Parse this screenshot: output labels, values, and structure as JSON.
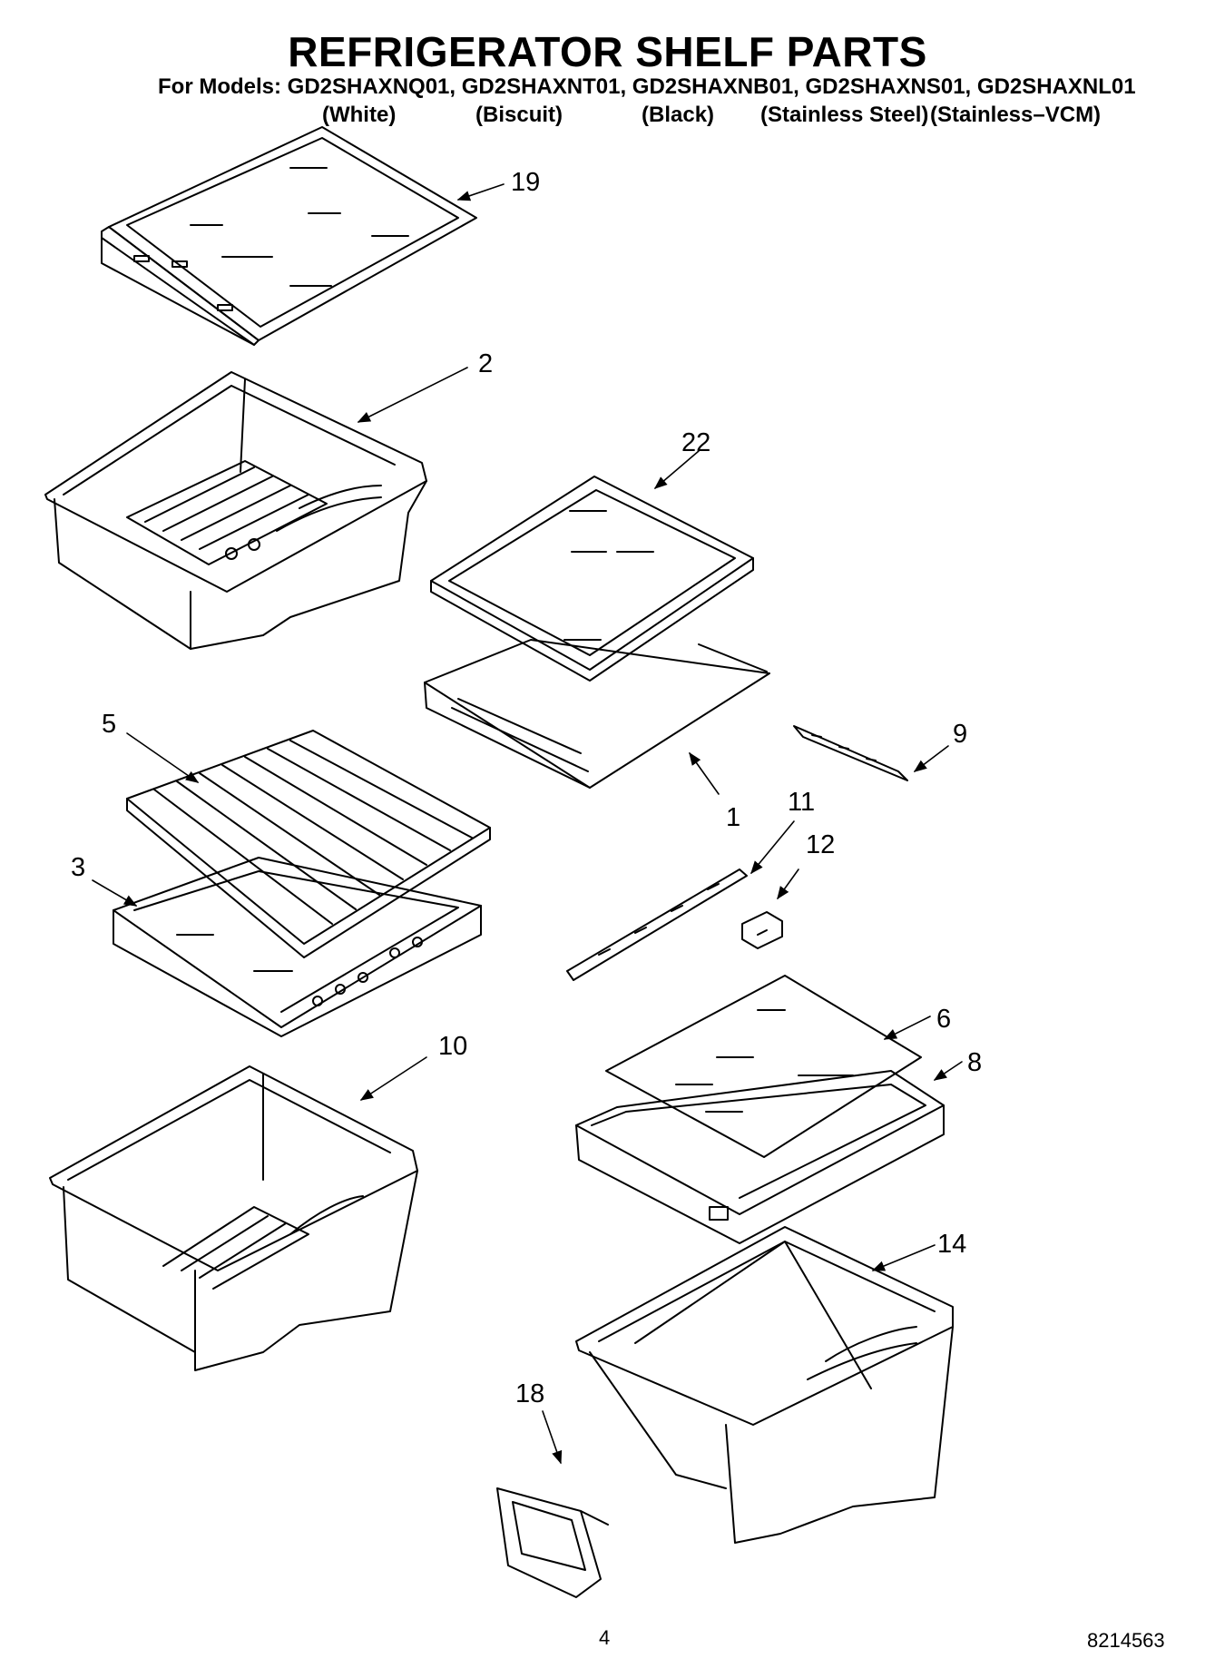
{
  "header": {
    "title": "REFRIGERATOR SHELF PARTS",
    "models_line": "For Models: GD2SHAXNQ01, GD2SHAXNT01, GD2SHAXNB01, GD2SHAXNS01, GD2SHAXNL01",
    "variants": [
      "(White)",
      "(Biscuit)",
      "(Black)",
      "(Stainless Steel)",
      "(Stainless–VCM)"
    ]
  },
  "callouts": {
    "p19": "19",
    "p2": "2",
    "p22": "22",
    "p5": "5",
    "p9": "9",
    "p1": "1",
    "p11": "11",
    "p12": "12",
    "p3": "3",
    "p6": "6",
    "p10": "10",
    "p8": "8",
    "p14": "14",
    "p18": "18"
  },
  "footer": {
    "page_number": "4",
    "document_number": "8214563"
  }
}
